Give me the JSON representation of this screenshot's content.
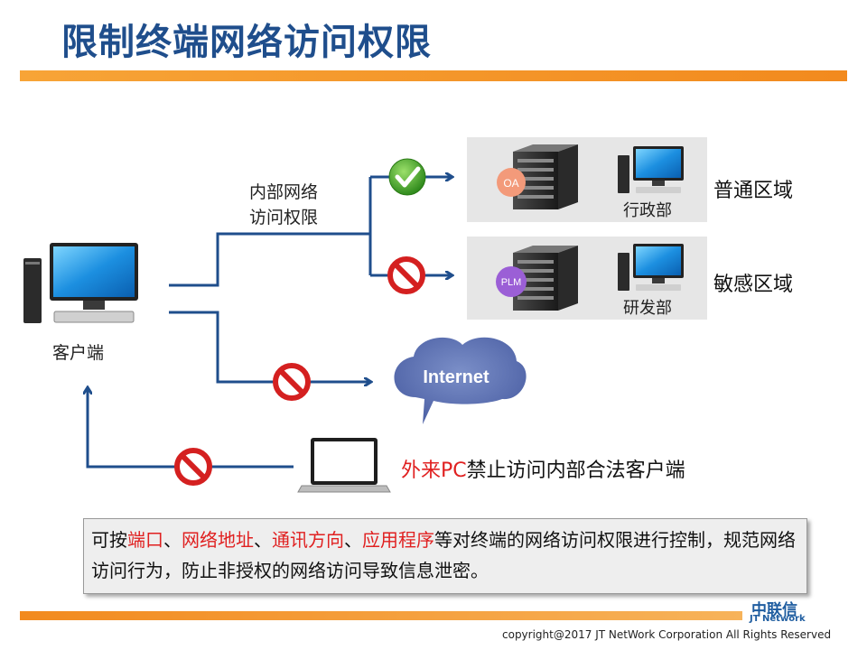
{
  "title": "限制终端网络访问权限",
  "client_label": "客户端",
  "policy_label_line1": "内部网络",
  "policy_label_line2": "访问权限",
  "zones": [
    {
      "badge": "OA",
      "badge_color": "#f39a7a",
      "department": "行政部",
      "zone_name": "普通区域",
      "status": "allowed"
    },
    {
      "badge": "PLM",
      "badge_color": "#9b5fd6",
      "department": "研发部",
      "zone_name": "敏感区域",
      "status": "blocked"
    }
  ],
  "internet_label": "Internet",
  "external_pc": {
    "red_part": "外来PC",
    "rest": "禁止访问内部合法客户端"
  },
  "note": {
    "part1": "可按",
    "red1": "端口",
    "sep1": "、",
    "red2": "网络地址",
    "sep2": "、",
    "red3": "通讯方向",
    "sep3": "、",
    "red4": "应用程序",
    "part2": "等对终端的网络访问权限进行控制，规范网络访问行为，防止非授权的网络访问导致信息泄密。"
  },
  "logo_cn": "中联信",
  "logo_en": "JT Network",
  "copyright": "copyright@2017  JT NetWork Corporation All Rights Reserved",
  "colors": {
    "title": "#1f4e8c",
    "line": "#1f4e8c",
    "accent_orange": "#f28a1e",
    "deny": "#d42020",
    "allow": "#3a9d23"
  }
}
